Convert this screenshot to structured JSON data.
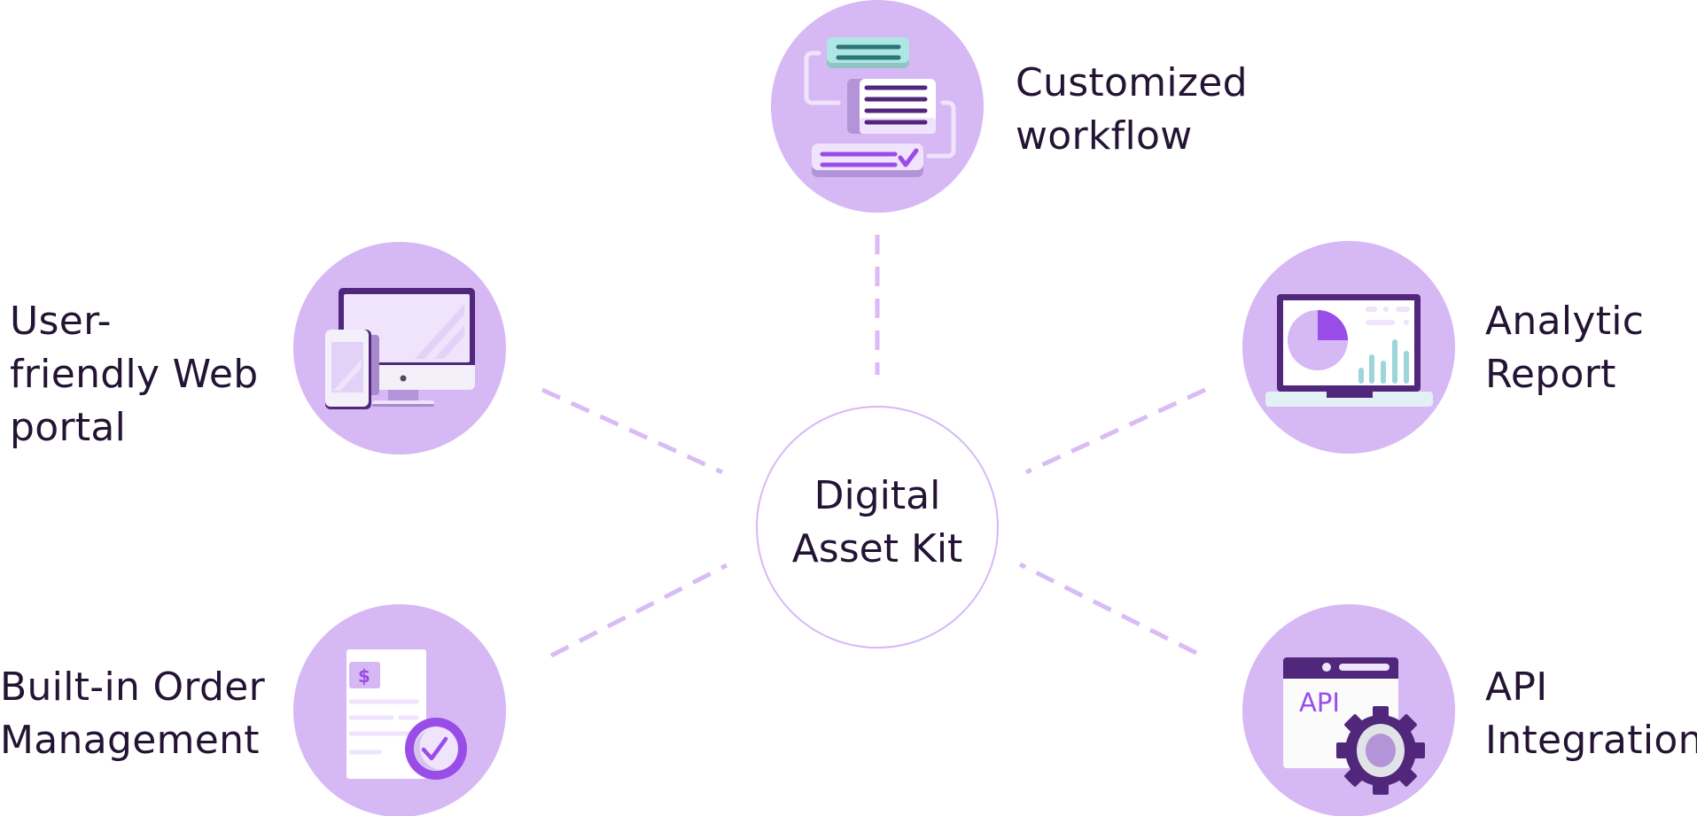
{
  "colors": {
    "circle_fill": "#d6b8f5",
    "center_stroke": "#d6b8f5",
    "connector": "#d9bbf5",
    "text": "#231434",
    "deep_purple": "#50277a",
    "bright_purple": "#9a4ce8",
    "pale_lavender": "#efe4fb",
    "mid_lavender": "#b394d8",
    "teal_light": "#aee6e6",
    "teal_dark": "#2e7676",
    "teal_bar": "#9dd6d9",
    "white": "#fdfdfd",
    "laptop_base": "#e2f1f6",
    "gear_ring": "#e0e4e6"
  },
  "center": {
    "name": "Digital Asset Kit",
    "lines": [
      "Digital",
      "Asset Kit"
    ]
  },
  "features": [
    {
      "id": "customized-workflow",
      "lines": [
        "Customized",
        "workflow"
      ],
      "icon": "workflow-icon"
    },
    {
      "id": "web-portal",
      "lines": [
        "User-",
        "friendly Web",
        "portal"
      ],
      "icon": "devices-icon"
    },
    {
      "id": "analytic-report",
      "lines": [
        "Analytic",
        "Report"
      ],
      "icon": "analytics-laptop-icon"
    },
    {
      "id": "order-management",
      "lines": [
        "Built-in Order",
        "Management"
      ],
      "icon": "invoice-check-icon"
    },
    {
      "id": "api-integration",
      "lines": [
        "API",
        "Integration"
      ],
      "icon": "api-gear-icon",
      "icon_text": "API"
    }
  ],
  "icon_details": {
    "order_currency_symbol": "$"
  }
}
